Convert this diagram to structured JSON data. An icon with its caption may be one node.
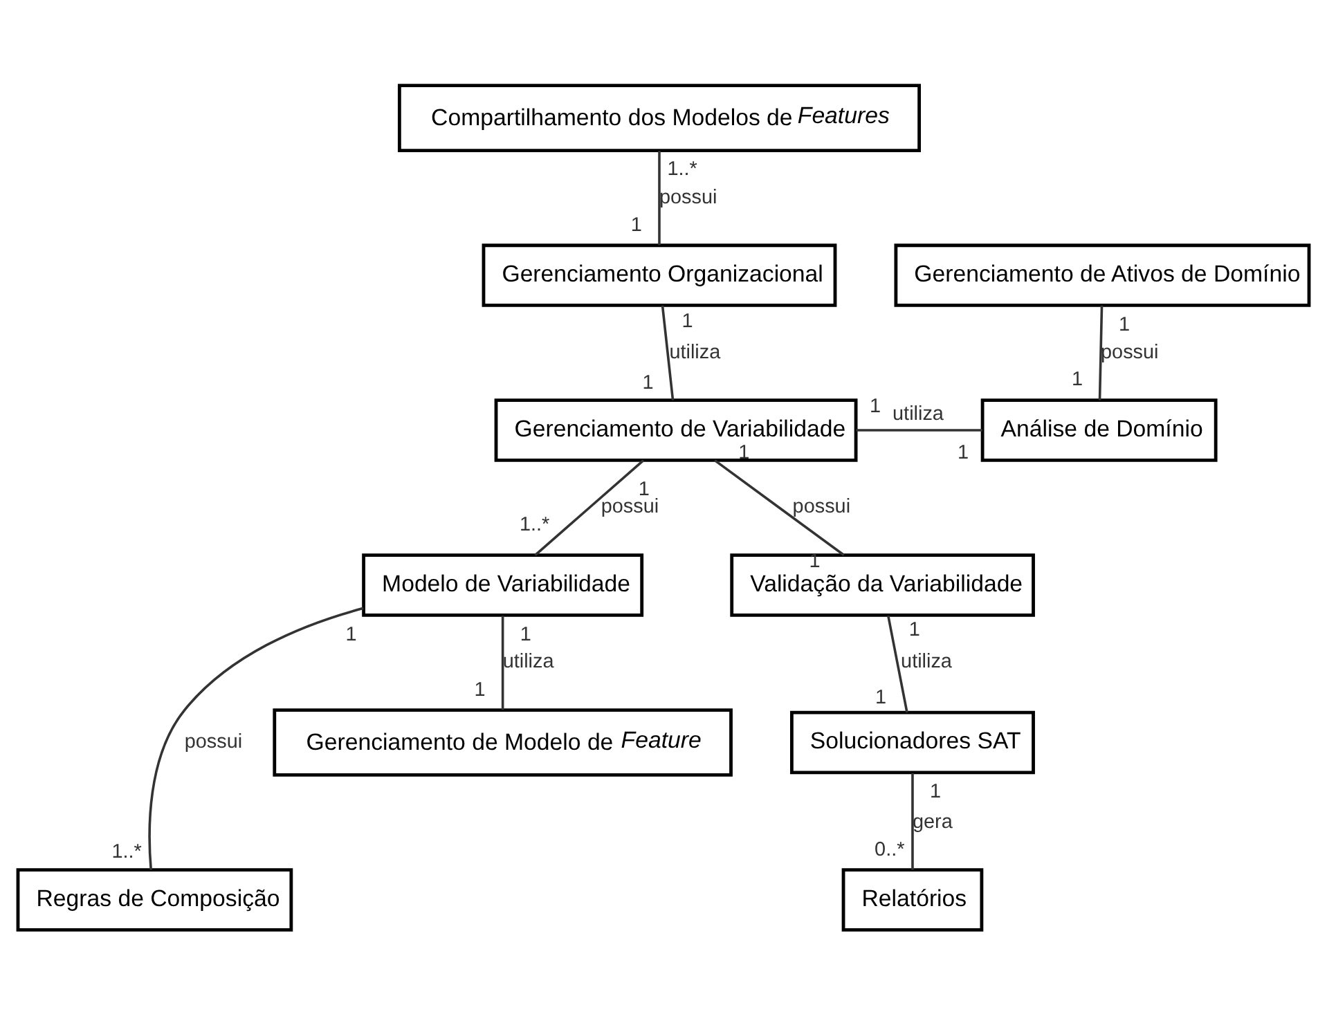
{
  "diagram": {
    "nodes": [
      {
        "text": [
          "Compartilhamento dos Modelos de *Features*"
        ]
      },
      {
        "text": [
          "Gerenciamento de Ativos de Domínio"
        ]
      },
      {
        "text": [
          "Gerenciamento Organizacional"
        ]
      },
      {
        "text": [
          "Análise de Domínio"
        ]
      },
      {
        "text": [
          "Gerenciamento de Variabilidade"
        ]
      },
      {
        "text": [
          "Modelo de Variabilidade"
        ]
      },
      {
        "text": [
          "Validação da Variabilidade"
        ]
      },
      {
        "text": [
          "Solucionadores SAT"
        ]
      },
      {
        "text": [
          "Regras de Composição"
        ]
      },
      {
        "text": [
          "Gerenciamento de Modelo de *Feature*"
        ]
      },
      {
        "text": [
          "Relatórios"
        ]
      }
    ],
    "edges": [
      {
        "from": 2,
        "to": 0,
        "arrow": "none",
        "label": "possui"
      },
      {
        "from": 3,
        "to": 1,
        "arrow": "none",
        "label": "possui"
      },
      {
        "from": 4,
        "to": 2,
        "arrow": "none",
        "label": "utiliza"
      },
      {
        "from": 4,
        "to": 3,
        "arrow": "none",
        "label": "utiliza"
      },
      {
        "from": 4,
        "to": 5,
        "arrow": "none",
        "label": "possui"
      },
      {
        "from": 4,
        "to": 6,
        "arrow": "none",
        "label": "possui"
      },
      {
        "from": 6,
        "to": 7,
        "arrow": "none",
        "label": "utiliza"
      },
      {
        "from": 5,
        "to": 8,
        "arrow": "none",
        "label": "possui"
      },
      {
        "from": 5,
        "to": 9,
        "arrow": "none",
        "label": "utiliza"
      },
      {
        "from": 7,
        "to": 10,
        "arrow": "none",
        "label": "gera"
      }
    ],
    "labels": [
      "1",
      "1..*",
      "1",
      "1",
      "1",
      "1",
      "1",
      "1",
      "1",
      "1..*",
      "1",
      "1",
      "1",
      "1",
      "1",
      "1..*",
      "1",
      "1",
      "1",
      "0..*"
    ]
  }
}
